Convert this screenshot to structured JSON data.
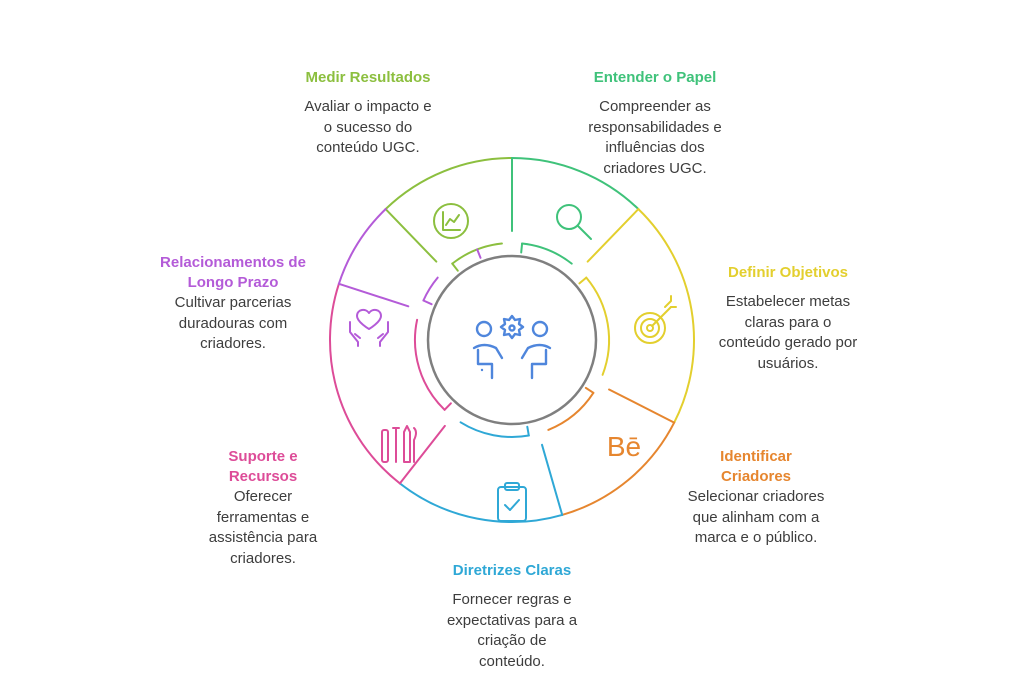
{
  "colors": {
    "medir": "#8cbf3f",
    "entender": "#3fc27a",
    "definir": "#e3cf2e",
    "identificar": "#e6862f",
    "diretrizes": "#2fa8d6",
    "suporte": "#dd4c98",
    "relacionamentos": "#b45bd8",
    "center": "#4f86dc",
    "hub_ring": "#7f7f7f"
  },
  "center_icon": "team-collaboration-icon",
  "segments": [
    {
      "key": "medir",
      "title": "Medir Resultados",
      "desc": "Avaliar o impacto e o sucesso do conteúdo UGC.",
      "icon": "line-chart-icon"
    },
    {
      "key": "entender",
      "title": "Entender o Papel",
      "desc": "Compreender as responsabilidades e influências dos criadores UGC.",
      "icon": "magnifier-icon"
    },
    {
      "key": "definir",
      "title": "Definir Objetivos",
      "desc": "Estabelecer metas claras para o conteúdo gerado por usuários.",
      "icon": "target-icon"
    },
    {
      "key": "identificar",
      "title": "Identificar Criadores",
      "desc": "Selecionar criadores que alinham com a marca e o público.",
      "icon": "behance-icon"
    },
    {
      "key": "diretrizes",
      "title": "Diretrizes Claras",
      "desc": "Fornecer regras e expectativas para a criação de conteúdo.",
      "icon": "clipboard-check-icon"
    },
    {
      "key": "suporte",
      "title": "Suporte e Recursos",
      "desc": "Oferecer ferramentas e assistência para criadores.",
      "icon": "art-tools-icon"
    },
    {
      "key": "relacionamentos",
      "title": "Relacionamentos de Longo Prazo",
      "desc": "Cultivar parcerias duradouras com criadores.",
      "icon": "hands-heart-icon"
    }
  ]
}
